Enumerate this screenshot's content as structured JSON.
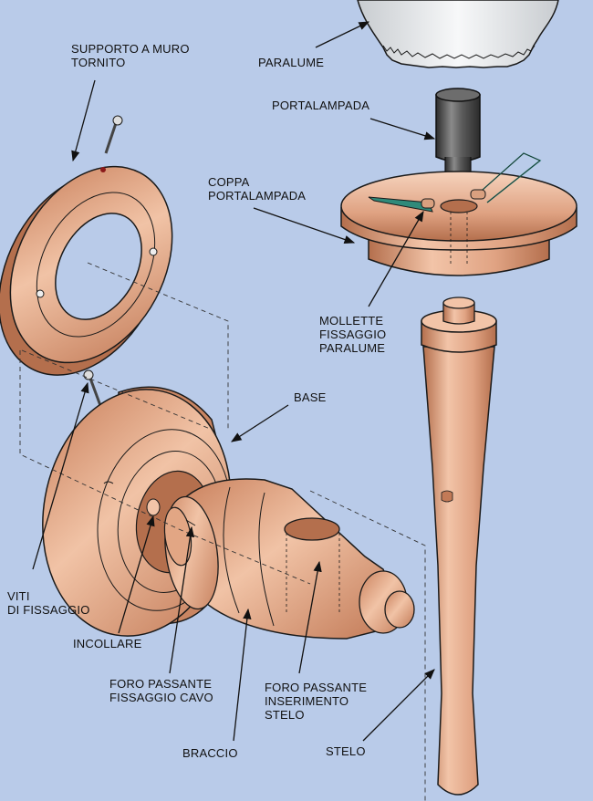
{
  "labels": {
    "supporto": [
      "SUPPORTO A MURO",
      "TORNITO"
    ],
    "paralume": [
      "PARALUME"
    ],
    "portalampada": [
      "PORTALAMPADA"
    ],
    "coppa": [
      "COPPA",
      "PORTALAMPADA"
    ],
    "mollette": [
      "MOLLETTE",
      "FISSAGGIO",
      "PARALUME"
    ],
    "base": [
      "BASE"
    ],
    "viti": [
      "VITI",
      "DI FISSAGGIO"
    ],
    "incollare": [
      "INCOLLARE"
    ],
    "foro_cavo": [
      "FORO PASSANTE",
      "FISSAGGIO CAVO"
    ],
    "foro_stelo": [
      "FORO PASSANTE",
      "INSERIMENTO",
      "STELO"
    ],
    "braccio": [
      "BRACCIO"
    ],
    "stelo": [
      "STELO"
    ]
  },
  "colors": {
    "background": "#b9cbe9",
    "wood_light": "#f2c4a8",
    "wood_mid": "#d99a76",
    "wood_dark": "#b46f4d",
    "outline": "#1a1a1a",
    "metal": "#4a4a4a",
    "shade": "#e8eaec"
  }
}
